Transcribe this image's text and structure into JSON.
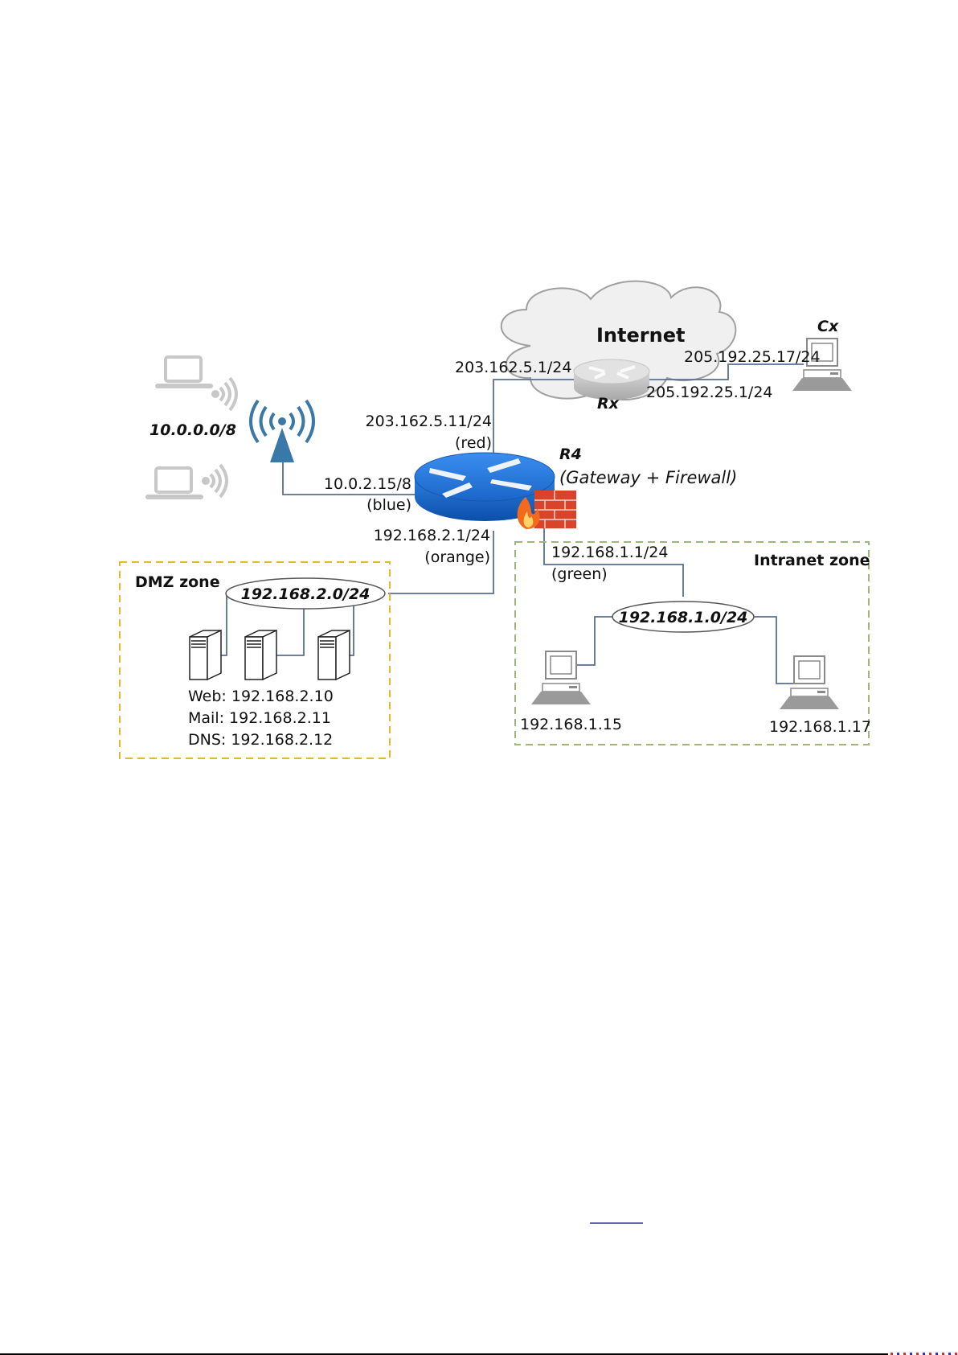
{
  "diagram": {
    "internet": {
      "title": "Internet"
    },
    "rx": {
      "name": "Rx",
      "left_if": "203.162.5.1/24",
      "right_if": "205.192.25.1/24"
    },
    "cx": {
      "name": "Cx",
      "ip": "205.192.25.17/24"
    },
    "r4": {
      "name": "R4",
      "role": "(Gateway + Firewall)",
      "red_if": "203.162.5.11/24",
      "red_tag": "(red)",
      "blue_if": "10.0.2.15/8",
      "blue_tag": "(blue)",
      "orange_if": "192.168.2.1/24",
      "orange_tag": "(orange)",
      "green_if": "192.168.1.1/24",
      "green_tag": "(green)"
    },
    "wireless": {
      "subnet": "10.0.0.0/8"
    },
    "dmz": {
      "title": "DMZ zone",
      "subnet": "192.168.2.0/24",
      "servers": [
        {
          "label": "Web: 192.168.2.10"
        },
        {
          "label": "Mail: 192.168.2.11"
        },
        {
          "label": "DNS: 192.168.2.12"
        }
      ]
    },
    "intranet": {
      "title": "Intranet zone",
      "subnet": "192.168.1.0/24",
      "hosts": [
        {
          "ip": "192.168.1.15"
        },
        {
          "ip": "192.168.1.17"
        }
      ]
    },
    "colors": {
      "wire": "#5a6f90",
      "router_blue": "#1f6fd0",
      "dmz_border": "#e6b830",
      "intranet_border": "#9db77a",
      "access_point": "#3a78a8",
      "firewall": "#d9432a",
      "link": "#6a63b8"
    }
  }
}
